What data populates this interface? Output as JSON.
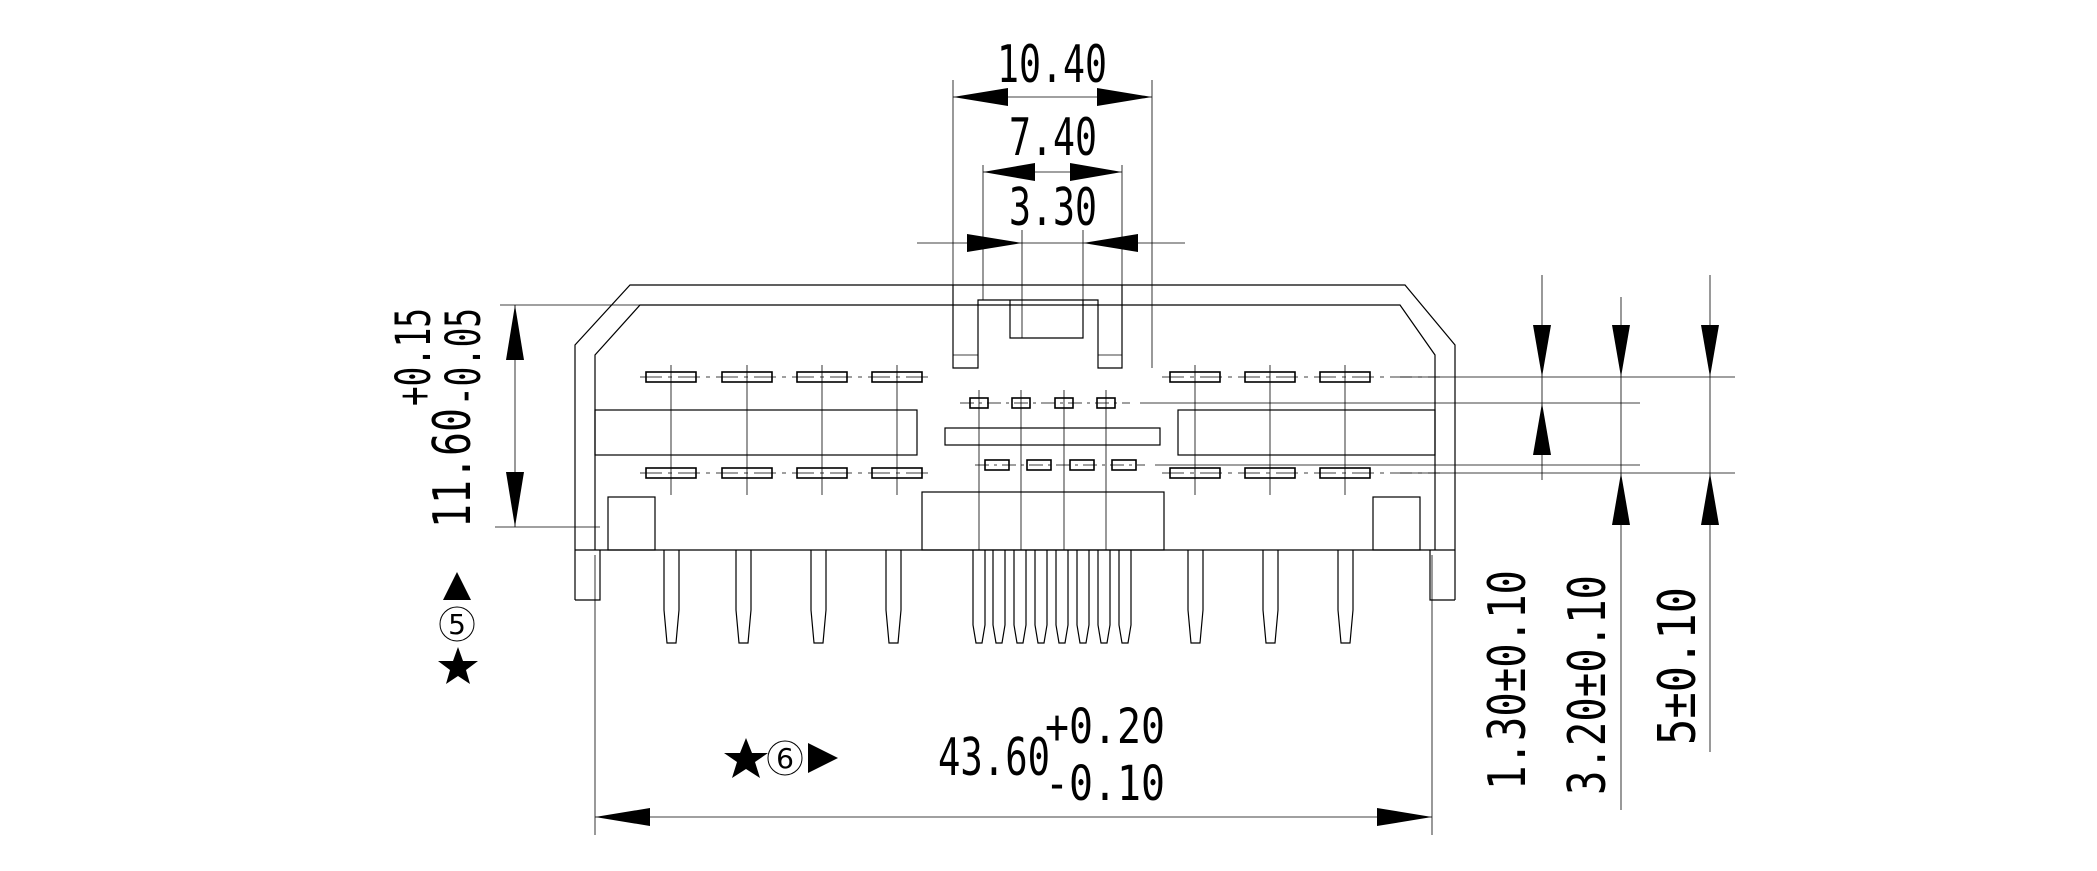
{
  "dimensions": {
    "top_width": "10.40",
    "mid_width": "7.40",
    "inner_width": "3.30",
    "height_main": "11.60",
    "height_tol_plus": "+0.15",
    "height_tol_minus": "-0.05",
    "total_width": "43.60",
    "total_tol_plus": "+0.20",
    "total_tol_minus": "-0.10",
    "pitch_row": "1.30±0.10",
    "pitch_mid": "3.20±0.10",
    "pitch_outer": "5±0.10"
  },
  "markers": {
    "left_mark_number": "5",
    "bottom_mark_number": "6"
  }
}
